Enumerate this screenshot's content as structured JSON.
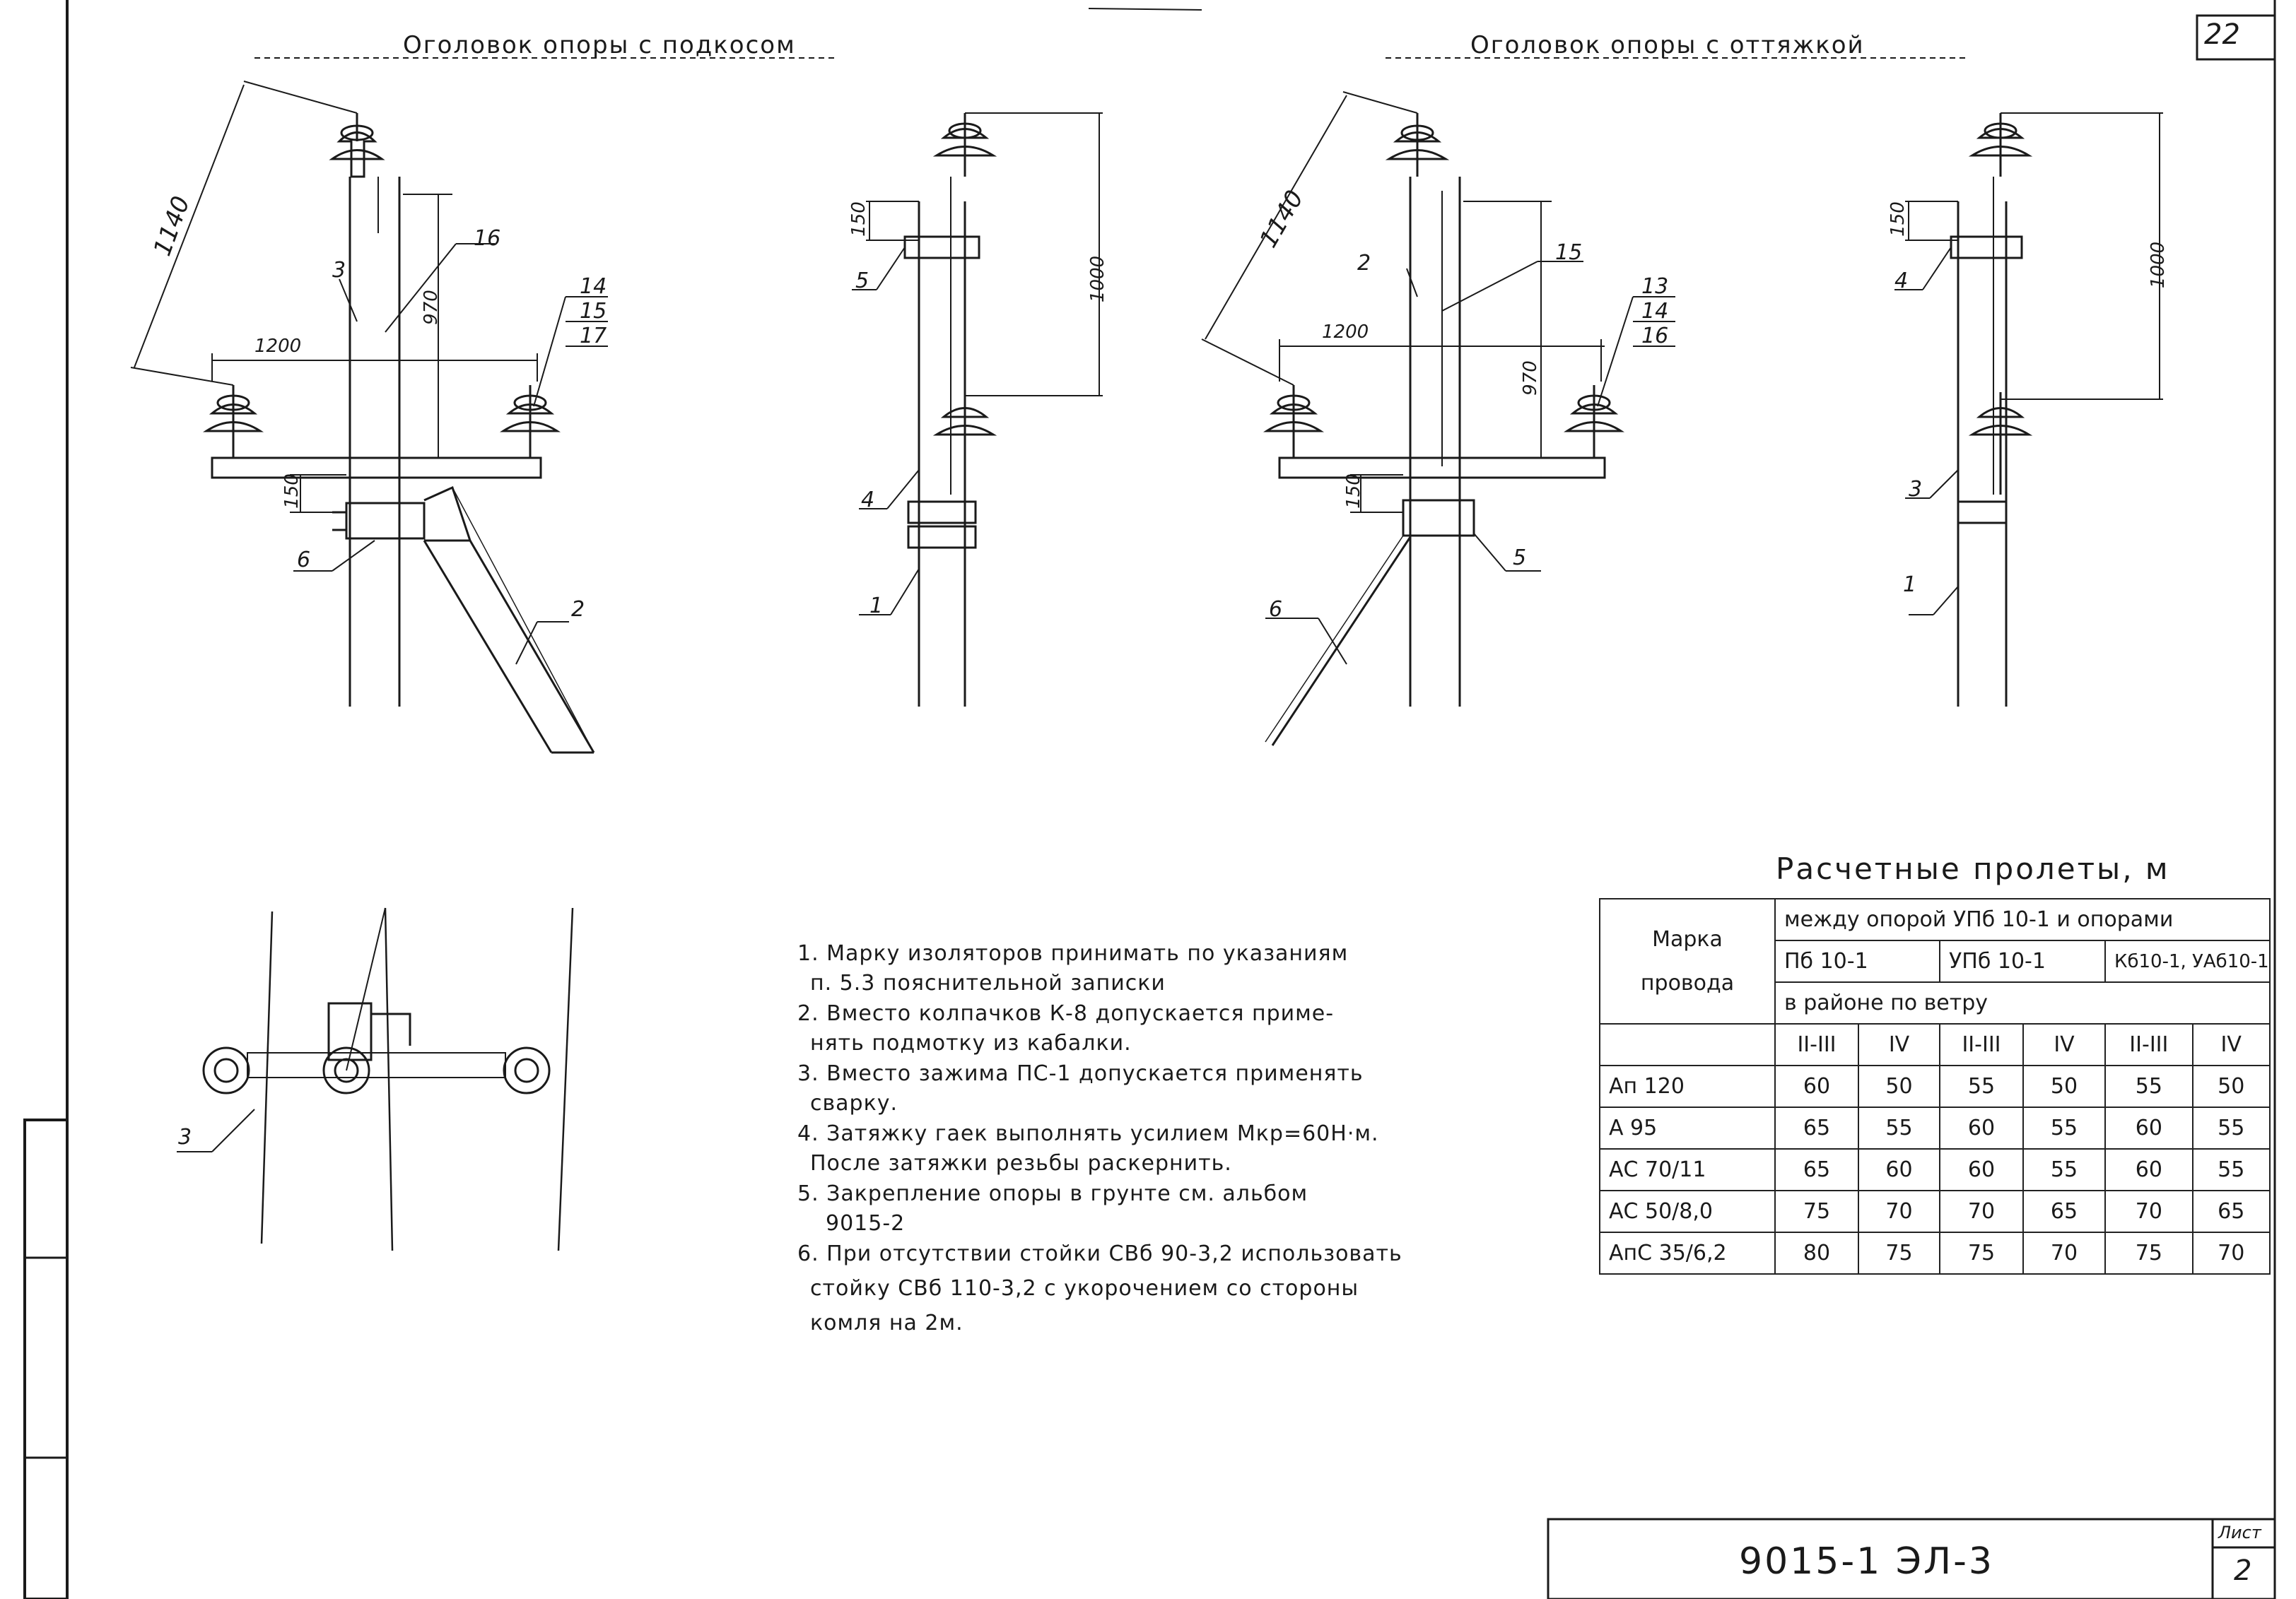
{
  "sheet_number": "22",
  "titles": {
    "left": "Оголовок опоры с подкосом",
    "right": "Оголовок опоры с оттяжкой"
  },
  "dimensions": {
    "d1140_left": "1140",
    "d1200_left": "1200",
    "d970_left": "970",
    "d150_left": "150",
    "d150_mid": "150",
    "d1000_mid": "1000",
    "d1140_right": "1140",
    "d1200_right": "1200",
    "d970_right": "970",
    "d150_right": "150",
    "d150_far": "150",
    "d1000_far": "1000"
  },
  "callouts": {
    "v1": {
      "c16": "16",
      "c3": "3",
      "c14": "14",
      "c15": "15",
      "c17": "17",
      "c6": "6",
      "c2": "2"
    },
    "v2": {
      "c5": "5",
      "c4": "4",
      "c1": "1"
    },
    "v3": {
      "c2": "2",
      "c15": "15",
      "c13": "13",
      "c14": "14",
      "c16": "16",
      "c5": "5",
      "c6": "6"
    },
    "v4": {
      "c4": "4",
      "c3": "3",
      "c1": "1"
    },
    "plan": {
      "c3": "3"
    }
  },
  "notes": [
    "1. Марку изоляторов принимать по указаниям",
    "п. 5.3 пояснительной записки",
    "2. Вместо колпачков К-8 допускается приме-",
    "нять подмотку из кабалки.",
    "3. Вместо зажима ПС-1 допускается применять",
    "сварку.",
    "4. Затяжку гаек выполнять усилием Мкр=60Н·м.",
    "После затяжки резьбы раскернить.",
    "5. Закрепление опоры в грунте см. альбом",
    "9015-2",
    "6. При отсутствии стойки СВб 90-3,2 использовать",
    "стойку СВб 110-3,2 с укорочением со стороны",
    "комля на 2м."
  ],
  "table": {
    "title": "Расчетные пролеты, м",
    "col_mark_line1": "Марка",
    "col_mark_line2": "провода",
    "between": "между опорой УПб 10-1 и опорами",
    "groups": [
      "Пб 10-1",
      "УПб 10-1",
      "Кб10-1, УАб10-1"
    ],
    "region": "в районе по ветру",
    "subcols": [
      "II-III",
      "IV",
      "II-III",
      "IV",
      "II-III",
      "IV"
    ],
    "rows": [
      {
        "mark": "Ап 120",
        "vals": [
          "60",
          "50",
          "55",
          "50",
          "55",
          "50"
        ]
      },
      {
        "mark": "А 95",
        "vals": [
          "65",
          "55",
          "60",
          "55",
          "60",
          "55"
        ]
      },
      {
        "mark": "АС 70/11",
        "vals": [
          "65",
          "60",
          "60",
          "55",
          "60",
          "55"
        ]
      },
      {
        "mark": "АС 50/8,0",
        "vals": [
          "75",
          "70",
          "70",
          "65",
          "70",
          "65"
        ]
      },
      {
        "mark": "АпС 35/6,2",
        "vals": [
          "80",
          "75",
          "75",
          "70",
          "75",
          "70"
        ]
      }
    ]
  },
  "stamp": {
    "code": "9015-1 ЭЛ-3",
    "sheet_label": "Лист",
    "sheet_value": "2"
  }
}
